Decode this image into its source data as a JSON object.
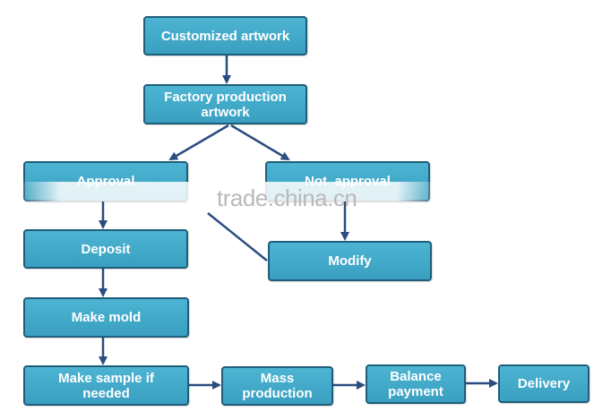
{
  "nodes": {
    "customized_artwork": "Customized artwork",
    "factory_production_artwork": "Factory production artwork",
    "approval": "Approval",
    "not_approval": "Not  approval",
    "deposit": "Deposit",
    "modify": "Modify",
    "make_mold": "Make mold",
    "make_sample": "Make sample if needed",
    "mass_production": "Mass production",
    "balance_payment": "Balance payment",
    "delivery": "Delivery"
  },
  "watermark": "trade.china.cn",
  "colors": {
    "box_fill": "#43a9c9",
    "box_border": "#1f5e7a",
    "arrow": "#2a4d80",
    "watermark": "#b9b9b9"
  }
}
